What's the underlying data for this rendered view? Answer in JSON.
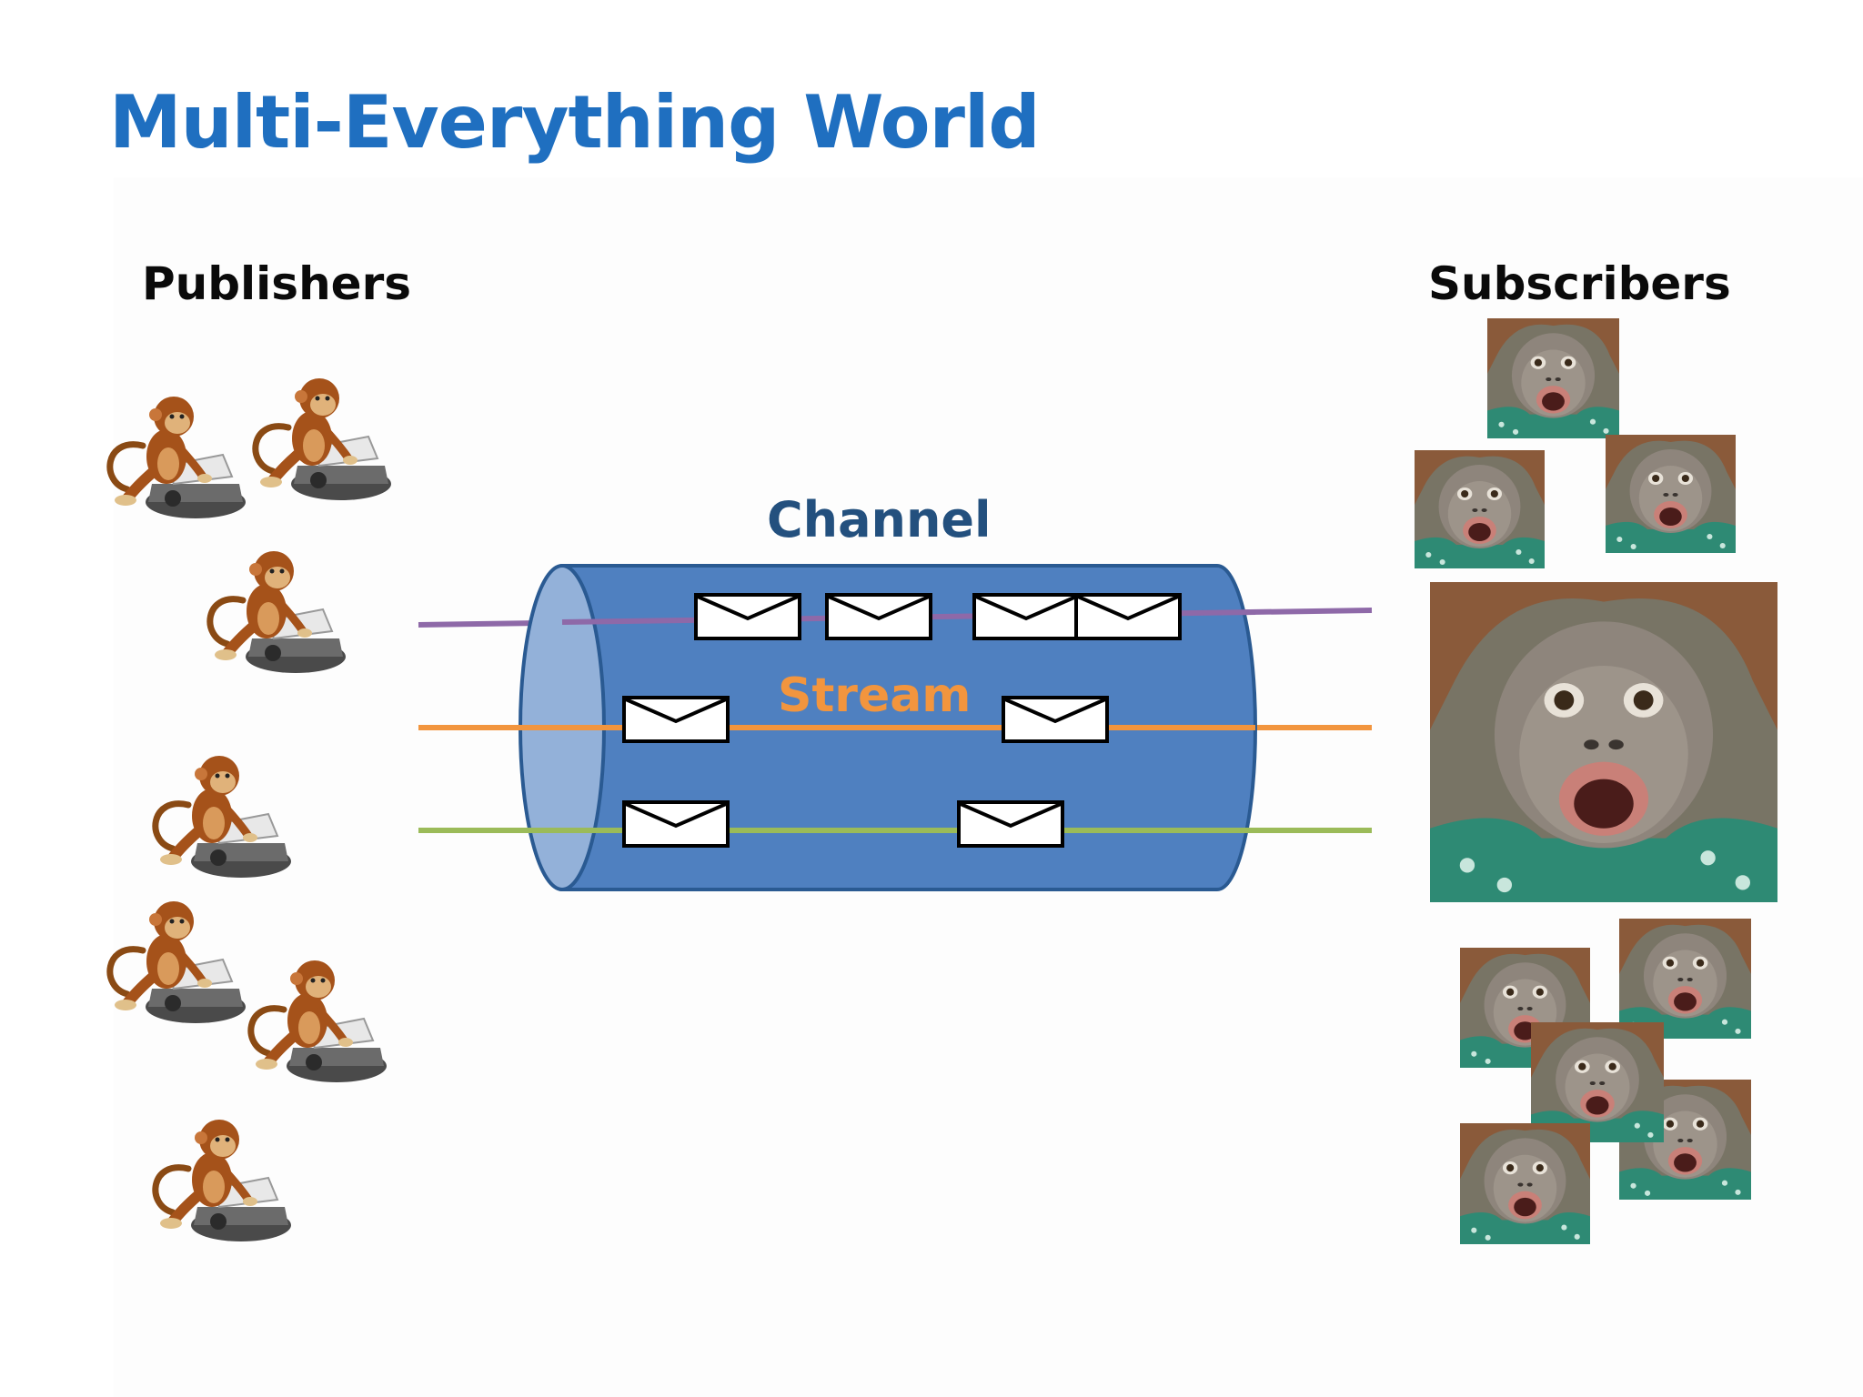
{
  "slide": {
    "title": "Multi-Everything World",
    "publishers_label": "Publishers",
    "subscribers_label": "Subscribers",
    "channel_label": "Channel",
    "stream_label": "Stream"
  },
  "colors": {
    "title": "#1f6fc0",
    "channel_label": "#23507e",
    "stream_label": "#f2953e",
    "cylinder_body": "#4f80c0",
    "cylinder_cap": "#93b1d9",
    "cylinder_stroke": "#2a5a92",
    "line_purple": "#8e69a8",
    "line_orange": "#f2953e",
    "line_green": "#9bbb59"
  },
  "icons": {
    "publisher": "monkey-at-typewriter-icon",
    "subscriber": "shocked-orangutan-photo",
    "message": "envelope-icon"
  }
}
